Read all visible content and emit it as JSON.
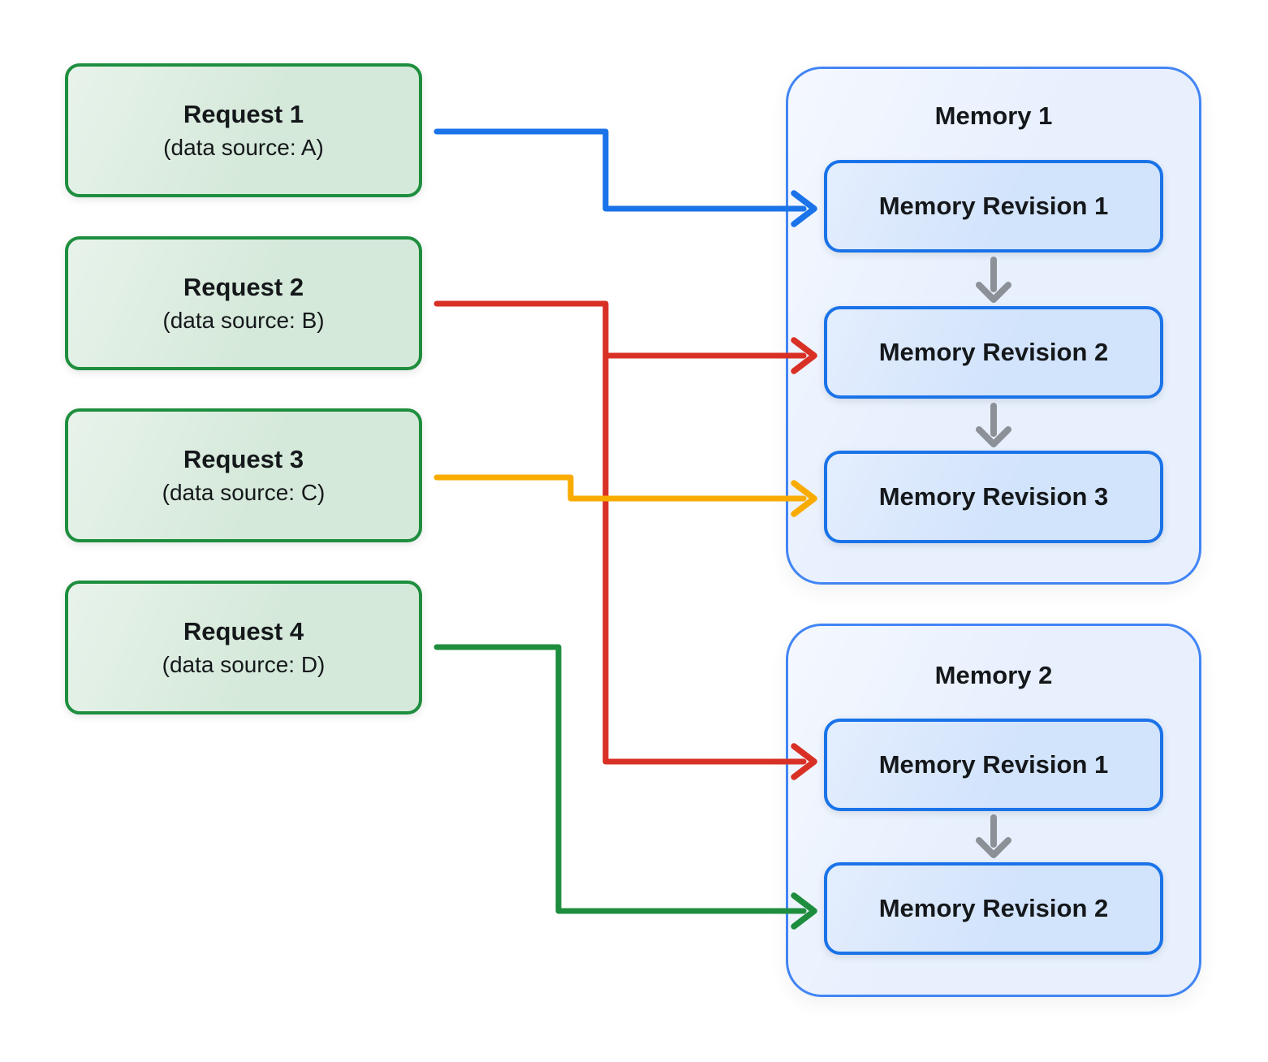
{
  "diagram": {
    "requests": [
      {
        "title": "Request 1",
        "subtitle": "(data source: A)"
      },
      {
        "title": "Request 2",
        "subtitle": "(data source: B)"
      },
      {
        "title": "Request 3",
        "subtitle": "(data source: C)"
      },
      {
        "title": "Request 4",
        "subtitle": "(data source: D)"
      }
    ],
    "memories": [
      {
        "title": "Memory 1",
        "revisions": [
          "Memory Revision 1",
          "Memory Revision 2",
          "Memory Revision 3"
        ]
      },
      {
        "title": "Memory 2",
        "revisions": [
          "Memory Revision 1",
          "Memory Revision 2"
        ]
      }
    ],
    "connections": [
      {
        "from": "Request 1",
        "to": "Memory 1 / Memory Revision 1",
        "color": "#1a73e8"
      },
      {
        "from": "Request 2",
        "to": "Memory 1 / Memory Revision 2",
        "color": "#d93025"
      },
      {
        "from": "Request 2",
        "to": "Memory 2 / Memory Revision 1",
        "color": "#d93025"
      },
      {
        "from": "Request 3",
        "to": "Memory 1 / Memory Revision 3",
        "color": "#f9ab00"
      },
      {
        "from": "Request 4",
        "to": "Memory 2 / Memory Revision 2",
        "color": "#1e8e3e"
      }
    ],
    "revision_flows": [
      {
        "within": "Memory 1",
        "from": "Memory Revision 1",
        "to": "Memory Revision 2"
      },
      {
        "within": "Memory 1",
        "from": "Memory Revision 2",
        "to": "Memory Revision 3"
      },
      {
        "within": "Memory 2",
        "from": "Memory Revision 1",
        "to": "Memory Revision 2"
      }
    ],
    "colors": {
      "background": "#ffffff",
      "text": "#15181b",
      "request_fill": "#d5e9da",
      "request_border": "#1e8e3e",
      "memory_fill": "#e8f0fe",
      "memory_border": "#4285f4",
      "revision_fill": "#d2e3fc",
      "revision_border": "#1a73e8",
      "arrow_blue": "#1a73e8",
      "arrow_red": "#d93025",
      "arrow_yellow": "#f9ab00",
      "arrow_green": "#1e8e3e",
      "arrow_gray": "#8b9197"
    }
  }
}
